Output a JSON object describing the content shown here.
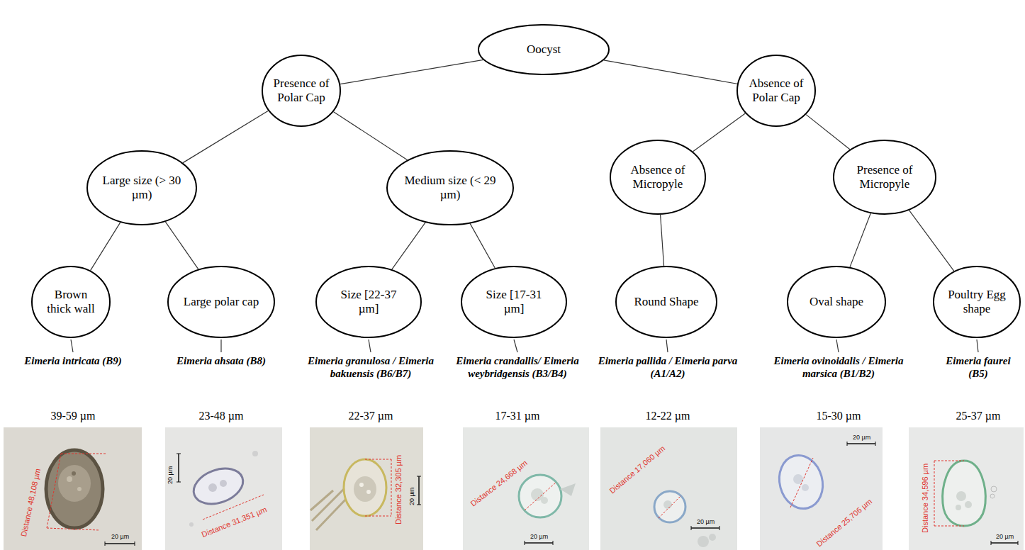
{
  "diagram": {
    "nodes": [
      {
        "text": [
          "Oocyst"
        ]
      },
      {
        "text": [
          "Presence of Polar Cap"
        ]
      },
      {
        "text": [
          "Absence of Polar Cap"
        ]
      },
      {
        "text": [
          "Large size (> 30 µm)"
        ]
      },
      {
        "text": [
          "Medium size (< 29 µm)"
        ]
      },
      {
        "text": [
          "Absence of Micropyle"
        ]
      },
      {
        "text": [
          "Presence of Micropyle"
        ]
      },
      {
        "text": [
          "Brown thick wall"
        ]
      },
      {
        "text": [
          "Large polar cap"
        ]
      },
      {
        "text": [
          "Size [22-37 µm]"
        ]
      },
      {
        "text": [
          "Size [17-31 µm]"
        ]
      },
      {
        "text": [
          "Round Shape"
        ]
      },
      {
        "text": [
          "Oval shape"
        ]
      },
      {
        "text": [
          "Poultry Egg shape"
        ]
      }
    ],
    "edges": [
      {
        "from": 0,
        "to": 1,
        "arrow": "none"
      },
      {
        "from": 0,
        "to": 2,
        "arrow": "none"
      },
      {
        "from": 1,
        "to": 3,
        "arrow": "none"
      },
      {
        "from": 1,
        "to": 4,
        "arrow": "none"
      },
      {
        "from": 2,
        "to": 5,
        "arrow": "none"
      },
      {
        "from": 2,
        "to": 6,
        "arrow": "none"
      },
      {
        "from": 3,
        "to": 7,
        "arrow": "none"
      },
      {
        "from": 3,
        "to": 8,
        "arrow": "none"
      },
      {
        "from": 4,
        "to": 9,
        "arrow": "none"
      },
      {
        "from": 4,
        "to": 10,
        "arrow": "none"
      },
      {
        "from": 5,
        "to": 11,
        "arrow": "none"
      },
      {
        "from": 6,
        "to": 12,
        "arrow": "none"
      },
      {
        "from": 6,
        "to": 13,
        "arrow": "none"
      }
    ],
    "labels": [
      "Eimeria intricata (B9)",
      "39-59 µm",
      "Eimeria ahsata (B8)",
      "23-48 µm",
      "Eimeria granulosa / Eimeria bakuensis (B6/B7)",
      "22-37 µm",
      "Eimeria crandallis/ Eimeria weybridgensis (B3/B4)",
      "17-31 µm",
      "Eimeria pallida / Eimeria parva (A1/A2)",
      "12-22 µm",
      "Eimeria ovinoidalis / Eimeria marsica (B1/B2)",
      "15-30 µm",
      "Eimeria faurei (B5)",
      "25-37 µm",
      "Distance 48,108 µm",
      "20 µm",
      "20 µm",
      "Distance 31,351 µm",
      "Distance 32,305 µm",
      "20 µm",
      "Distance 24,668 µm",
      "20 µm",
      "Distance 17,060 µm",
      "20 µm",
      "Distance 25,706 µm",
      "20 µm",
      "Distance 34,596 µm",
      "20 µm"
    ]
  }
}
